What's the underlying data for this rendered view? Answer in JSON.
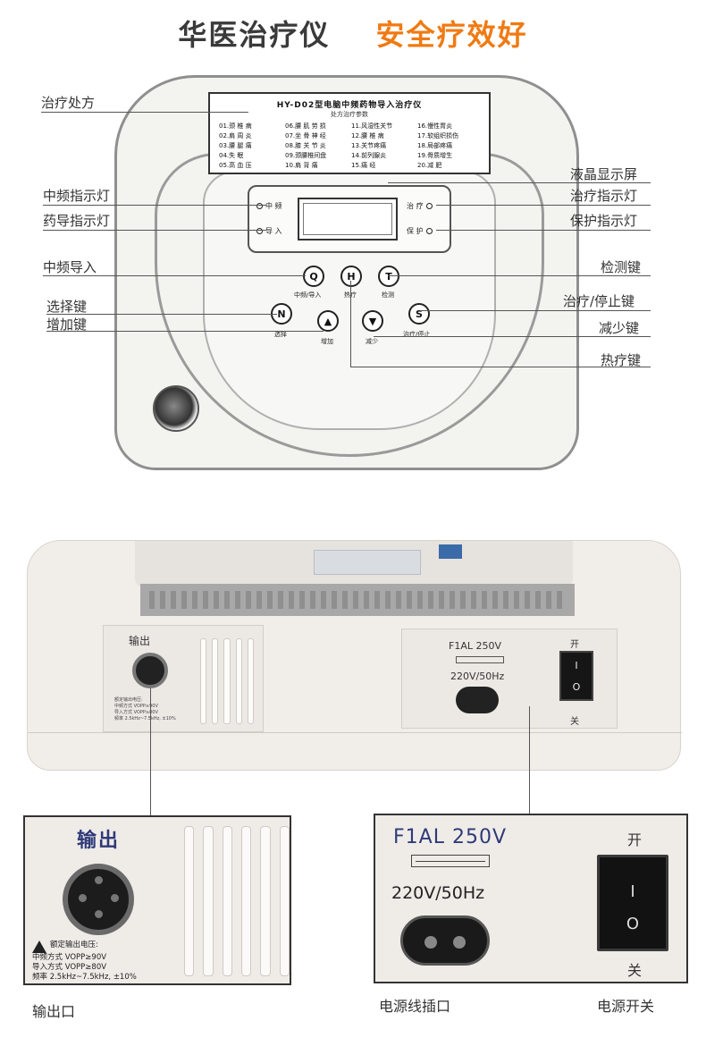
{
  "headline": {
    "left": "华医治疗仪",
    "right": "安全疗效好"
  },
  "colors": {
    "accent": "#f07a12",
    "text": "#3a3a3a",
    "zoom_label_blue": "#2f3a78"
  },
  "prescription_panel": {
    "title": "HY-D02型电脑中频药物导入治疗仪",
    "subtitle": "处方治疗参数",
    "items": [
      "01.颈 椎 病",
      "06.腰 肌 劳 损",
      "11.风湿性关节",
      "16.慢性胃炎",
      "02.肩 周 炎",
      "07.坐 骨 神 经",
      "12.腰 椎 病",
      "17.软组织损伤",
      "03.腰 腿 痛",
      "08.膝 关 节 炎",
      "13.关节疼痛",
      "18.局部疼痛",
      "04.失 眠",
      "09.颈腰椎间盘",
      "14.前列腺炎",
      "19.骨质增生",
      "05.高 血 压",
      "10.肩 背 痛",
      "15.痛 经",
      "20.减 肥"
    ]
  },
  "control_panel": {
    "indicators": {
      "mf": "中 频",
      "drug": "导 入",
      "treat": "治 疗",
      "protect": "保 护"
    },
    "keys": [
      {
        "glyph": "Q",
        "label": "中频/导入"
      },
      {
        "glyph": "H",
        "label": "热疗"
      },
      {
        "glyph": "T",
        "label": "检测"
      },
      {
        "glyph": "N",
        "label": "选择"
      },
      {
        "glyph": "▲",
        "label": "增加"
      },
      {
        "glyph": "▼",
        "label": "减少"
      },
      {
        "glyph": "S",
        "label": "治疗/停止"
      }
    ]
  },
  "callouts": {
    "rx": "治疗处方",
    "mf_light": "中频指示灯",
    "drug_light": "药导指示灯",
    "mf_import": "中频导入",
    "select_key": "选择键",
    "plus_key": "增加键",
    "lcd": "液晶显示屏",
    "treat_light": "治疗指示灯",
    "protect_light": "保护指示灯",
    "test_key": "检测键",
    "start_stop_key": "治疗/停止键",
    "minus_key": "减少键",
    "heat_key": "热疗键"
  },
  "back_panel": {
    "output_title": "输出",
    "warning_lines": [
      "额定输出电压:",
      "中频方式 VOPP≥90V",
      "导入方式 VOPP≥80V",
      "频率 2.5kHz~7.5kHz, ±10%"
    ],
    "fuse": "F1AL 250V",
    "voltage": "220V/50Hz",
    "switch_on": "开",
    "switch_off": "关",
    "switch_on_mark": "I",
    "switch_off_mark": "O"
  },
  "zoom_left": {
    "title": "输出",
    "warning_lines": [
      "额定输出电压:",
      "中频方式 VOPP≥90V",
      "导入方式 VOPP≥80V",
      "频率 2.5kHz~7.5kHz, ±10%"
    ]
  },
  "zoom_right": {
    "fuse": "F1AL 250V",
    "voltage": "220V/50Hz",
    "switch_on": "开",
    "switch_off": "关",
    "switch_on_mark": "I",
    "switch_off_mark": "O"
  },
  "captions": {
    "output_port": "输出口",
    "power_inlet": "电源线插口",
    "power_switch": "电源开关"
  }
}
